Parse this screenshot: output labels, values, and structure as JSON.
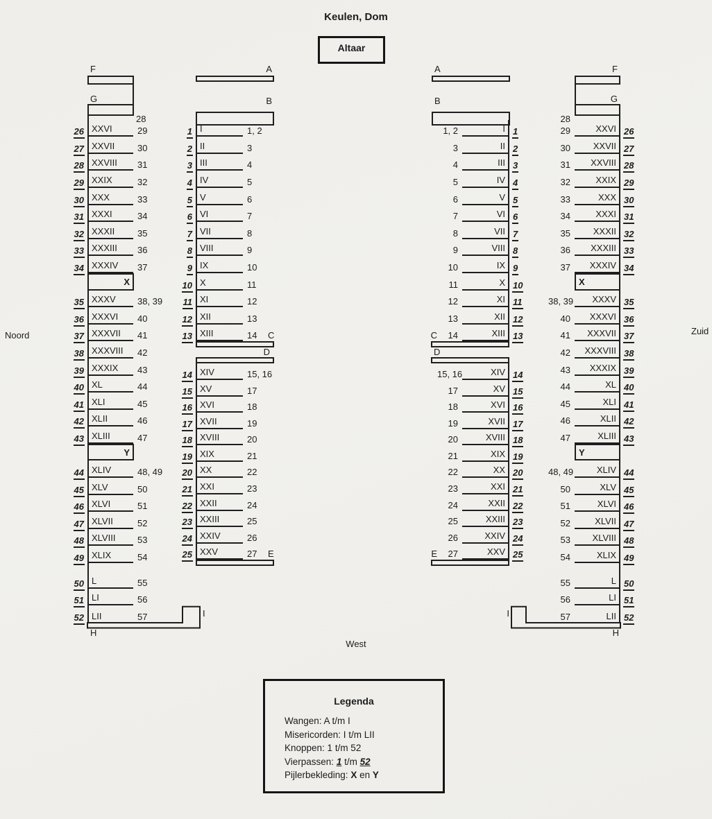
{
  "title": "Keulen, Dom",
  "altar_label": "Altaar",
  "compass": {
    "north": "Noord",
    "south": "Zuid",
    "west": "West"
  },
  "stalls": {
    "outer": {
      "top_wangen": [
        "F",
        "G"
      ],
      "first_knop": "28",
      "bottom_wang": "H",
      "corner_wang": "I",
      "rows": [
        {
          "v": "26",
          "m": "XXVI",
          "k": "29"
        },
        {
          "v": "27",
          "m": "XXVII",
          "k": "30"
        },
        {
          "v": "28",
          "m": "XXVIII",
          "k": "31"
        },
        {
          "v": "29",
          "m": "XXIX",
          "k": "32"
        },
        {
          "v": "30",
          "m": "XXX",
          "k": "33"
        },
        {
          "v": "31",
          "m": "XXXI",
          "k": "34"
        },
        {
          "v": "32",
          "m": "XXXII",
          "k": "35"
        },
        {
          "v": "33",
          "m": "XXXIII",
          "k": "36"
        },
        {
          "v": "34",
          "m": "XXXIV",
          "k": "37"
        },
        {
          "pier": "X"
        },
        {
          "v": "35",
          "m": "XXXV",
          "k": "38, 39"
        },
        {
          "v": "36",
          "m": "XXXVI",
          "k": "40"
        },
        {
          "v": "37",
          "m": "XXXVII",
          "k": "41"
        },
        {
          "v": "38",
          "m": "XXXVIII",
          "k": "42"
        },
        {
          "v": "39",
          "m": "XXXIX",
          "k": "43"
        },
        {
          "v": "40",
          "m": "XL",
          "k": "44"
        },
        {
          "v": "41",
          "m": "XLI",
          "k": "45"
        },
        {
          "v": "42",
          "m": "XLII",
          "k": "46"
        },
        {
          "v": "43",
          "m": "XLIII",
          "k": "47"
        },
        {
          "pier": "Y"
        },
        {
          "v": "44",
          "m": "XLIV",
          "k": "48, 49"
        },
        {
          "v": "45",
          "m": "XLV",
          "k": "50"
        },
        {
          "v": "46",
          "m": "XLVI",
          "k": "51"
        },
        {
          "v": "47",
          "m": "XLVII",
          "k": "52"
        },
        {
          "v": "48",
          "m": "XLVIII",
          "k": "53"
        },
        {
          "v": "49",
          "m": "XLIX",
          "k": "54"
        },
        {
          "gap": 12
        },
        {
          "v": "50",
          "m": "L",
          "k": "55"
        },
        {
          "v": "51",
          "m": "LI",
          "k": "56"
        },
        {
          "v": "52",
          "m": "LII",
          "k": "57",
          "no_line": true
        }
      ]
    },
    "inner": {
      "top_wangen": [
        "A",
        "B"
      ],
      "rows": [
        {
          "v": "1",
          "m": "I",
          "k": "1, 2"
        },
        {
          "v": "2",
          "m": "II",
          "k": "3"
        },
        {
          "v": "3",
          "m": "III",
          "k": "4"
        },
        {
          "v": "4",
          "m": "IV",
          "k": "5"
        },
        {
          "v": "5",
          "m": "V",
          "k": "6"
        },
        {
          "v": "6",
          "m": "VI",
          "k": "7"
        },
        {
          "v": "7",
          "m": "VII",
          "k": "8"
        },
        {
          "v": "8",
          "m": "VIII",
          "k": "9"
        },
        {
          "v": "9",
          "m": "IX",
          "k": "10"
        },
        {
          "v": "10",
          "m": "X",
          "k": "11"
        },
        {
          "v": "11",
          "m": "XI",
          "k": "12"
        },
        {
          "v": "12",
          "m": "XII",
          "k": "13"
        },
        {
          "v": "13",
          "m": "XIII",
          "k": "14",
          "after": "C"
        },
        {
          "bar": true
        },
        {
          "label_gap": "D"
        },
        {
          "bar": true
        },
        {
          "v": "14",
          "m": "XIV",
          "k": "15, 16"
        },
        {
          "v": "15",
          "m": "XV",
          "k": "17"
        },
        {
          "v": "16",
          "m": "XVI",
          "k": "18"
        },
        {
          "v": "17",
          "m": "XVII",
          "k": "19"
        },
        {
          "v": "18",
          "m": "XVIII",
          "k": "20"
        },
        {
          "v": "19",
          "m": "XIX",
          "k": "21"
        },
        {
          "v": "20",
          "m": "XX",
          "k": "22"
        },
        {
          "v": "21",
          "m": "XXI",
          "k": "23"
        },
        {
          "v": "22",
          "m": "XXII",
          "k": "24"
        },
        {
          "v": "23",
          "m": "XXIII",
          "k": "25"
        },
        {
          "v": "24",
          "m": "XXIV",
          "k": "26"
        },
        {
          "v": "25",
          "m": "XXV",
          "k": "27",
          "after": "E"
        },
        {
          "bar": true
        }
      ]
    }
  },
  "legend": {
    "title": "Legenda",
    "items": [
      [
        {
          "t": "Wangen: A t/m I"
        }
      ],
      [
        {
          "t": "Misericorden: I t/m LII"
        }
      ],
      [
        {
          "t": "Knoppen: 1 t/m 52"
        }
      ],
      [
        {
          "t": "Vierpassen: "
        },
        {
          "t": "1",
          "s": "vierpas"
        },
        {
          "t": " t/m "
        },
        {
          "t": "52",
          "s": "vierpas"
        }
      ],
      [
        {
          "t": "Pijlerbekleding: "
        },
        {
          "t": "X",
          "s": "bold"
        },
        {
          "t": " en "
        },
        {
          "t": "Y",
          "s": "bold"
        }
      ]
    ]
  }
}
